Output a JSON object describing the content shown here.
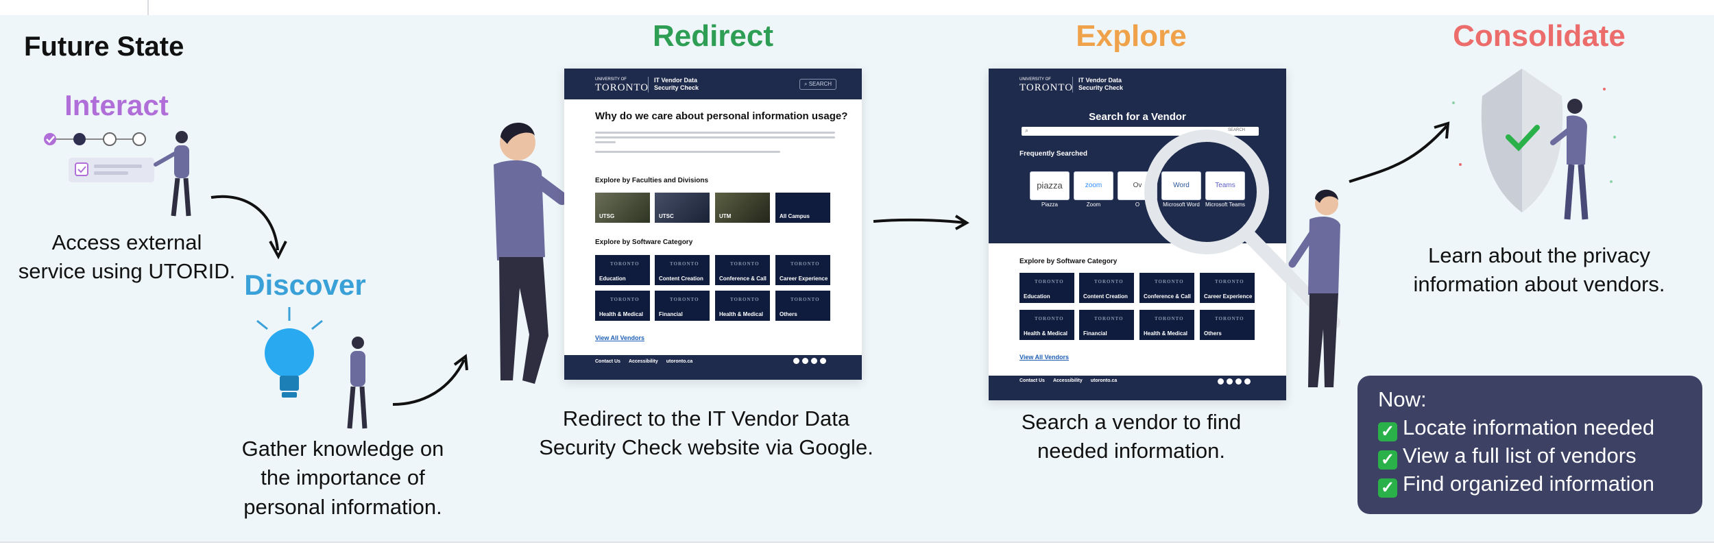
{
  "heading": "Future State",
  "stages": {
    "interact": {
      "label": "Interact",
      "color": "#b06fd8",
      "caption": [
        "Access external",
        "service using UTORID."
      ]
    },
    "discover": {
      "label": "Discover",
      "color": "#3aa0d8",
      "caption": [
        "Gather knowledge on",
        "the importance of",
        "personal information."
      ]
    },
    "redirect": {
      "label": "Redirect",
      "color": "#2e9e55",
      "caption": [
        "Redirect to the IT Vendor Data",
        "Security Check website via Google."
      ]
    },
    "explore": {
      "label": "Explore",
      "color": "#f0a24a",
      "caption": [
        "Search a vendor to find",
        "needed information."
      ]
    },
    "consolidate": {
      "label": "Consolidate",
      "color": "#ec6b6b",
      "caption": [
        "Learn about the privacy",
        "information about vendors."
      ]
    }
  },
  "site_common": {
    "logo_small": "UNIVERSITY OF",
    "logo_big": "TORONTO",
    "title_line1": "IT Vendor Data",
    "title_line2": "Security Check",
    "nav_search": "SEARCH",
    "footer_links": [
      "Contact Us",
      "Accessibility",
      "utoronto.ca"
    ]
  },
  "redirect_site": {
    "headline": "Why do we care about personal information usage?",
    "faculties_heading": "Explore by Faculties and Divisions",
    "faculties": [
      "UTSG",
      "UTSC",
      "UTM",
      "All Campus"
    ],
    "software_heading": "Explore by Software Category",
    "categories": [
      "Education",
      "Content Creation",
      "Conference & Call",
      "Career Experience",
      "Health & Medical",
      "Financial",
      "Health & Medical",
      "Others"
    ],
    "view_all": "View All Vendors"
  },
  "explore_site": {
    "search_title": "Search for a Vendor",
    "search_button": "SEARCH",
    "frequent_heading": "Frequently Searched",
    "vendors": [
      {
        "logo": "piazza",
        "name": "Piazza"
      },
      {
        "logo": "zoom",
        "name": "Zoom"
      },
      {
        "logo": "Ov",
        "name": "O"
      },
      {
        "logo": "Word",
        "name": "Microsoft Word"
      },
      {
        "logo": "Teams",
        "name": "Microsoft Teams"
      }
    ],
    "software_heading": "Explore by Software Category",
    "categories": [
      "Education",
      "Content Creation",
      "Conference & Call",
      "Career Experience",
      "Health & Medical",
      "Financial",
      "Health & Medical",
      "Others"
    ],
    "view_all": "View All Vendors"
  },
  "now_box": {
    "title": "Now:",
    "items": [
      "Locate information needed",
      "View a full list of vendors",
      "Find organized information"
    ]
  }
}
